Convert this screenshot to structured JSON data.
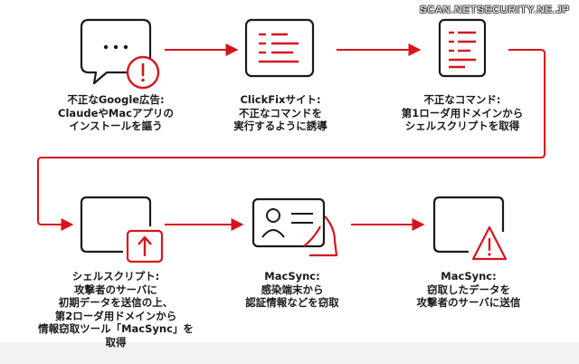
{
  "watermark": "SCAN.NETSECURITY.NE.JP",
  "colors": {
    "accent": "#d7141e",
    "stroke": "#1a1a1a"
  },
  "steps": [
    {
      "icon": "chat-bubble-alert-icon",
      "text": "不正なGoogle広告:\nClaudeやMacアプリの\nインストールを謳う"
    },
    {
      "icon": "browser-window-icon",
      "text": "ClickFixサイト:\n不正なコマンドを\n実行するように誘導"
    },
    {
      "icon": "document-command-icon",
      "text": "不正なコマンド:\n第1ローダ用ドメインから\nシェルスクリプトを取得"
    },
    {
      "icon": "window-upload-icon",
      "text": "シェルスクリプト:\n攻撃者のサーバに\n初期データを送信の上、\n第2ローダ用ドメインから\n情報窃取ツール「MacSync」を\n取得"
    },
    {
      "icon": "id-card-hand-icon",
      "text": "MacSync:\n感染端末から\n認証情報などを窃取"
    },
    {
      "icon": "window-warning-icon",
      "text": "MacSync:\n窃取したデータを\n攻撃者のサーバに送信"
    }
  ]
}
